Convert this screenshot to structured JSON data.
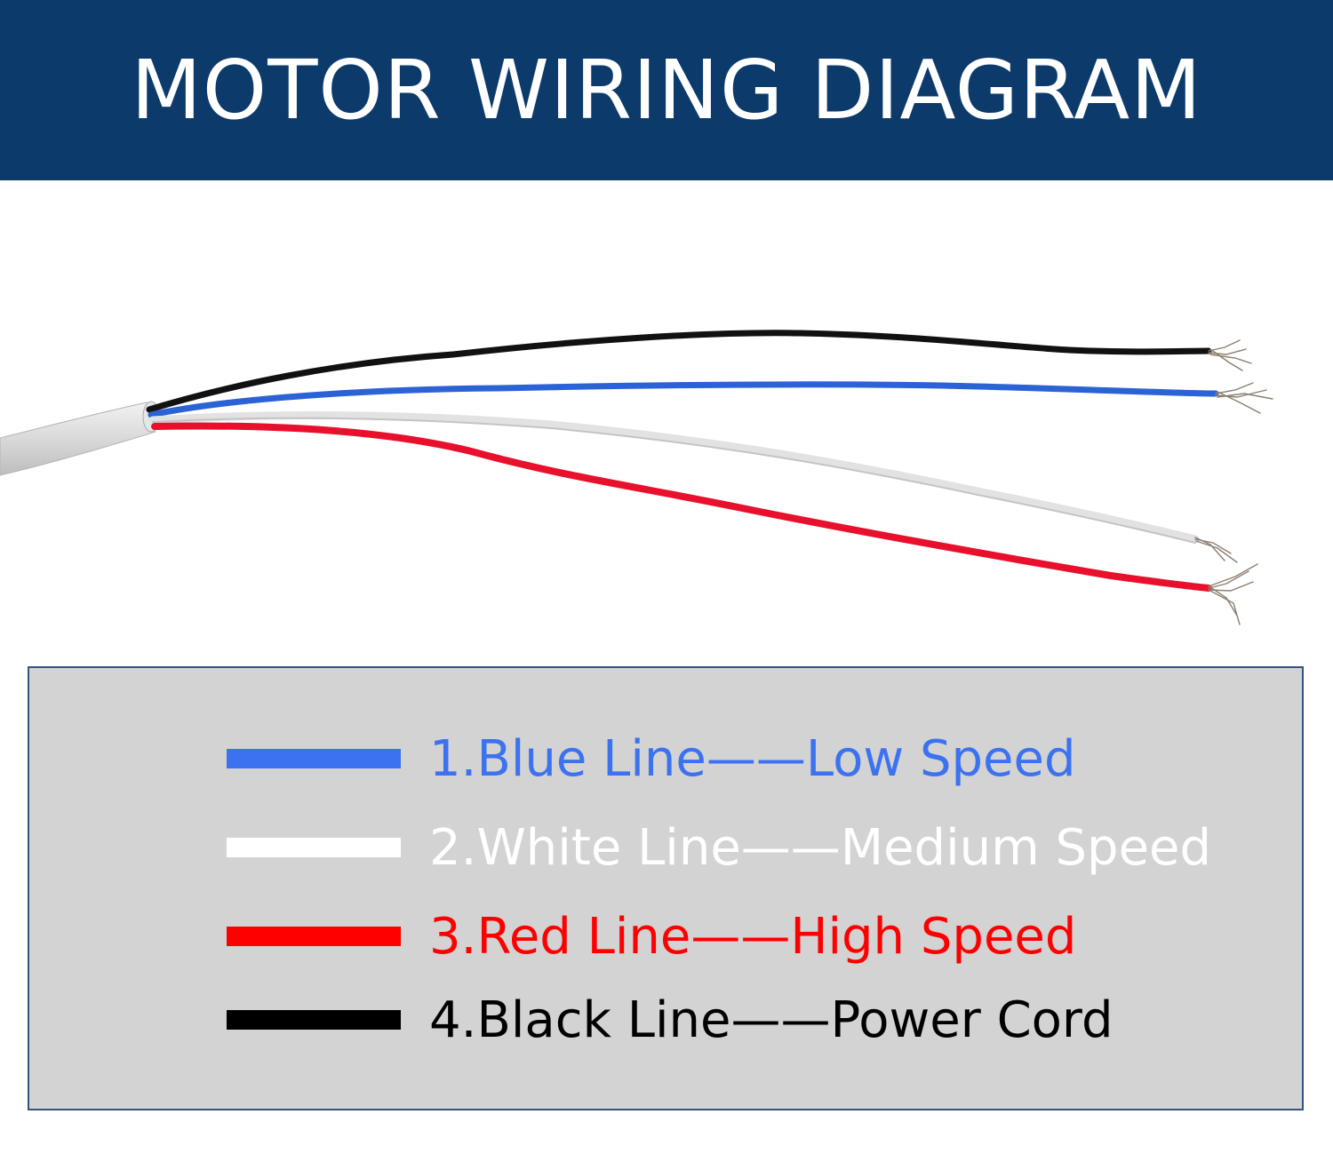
{
  "header": {
    "title": "MOTOR WIRING DIAGRAM"
  },
  "colors": {
    "header_bg": "#0b3a6b",
    "legend_bg": "#d3d3d3",
    "blue": "#3c72f0",
    "white": "#ffffff",
    "red": "#ff0000",
    "black": "#000000"
  },
  "legend": {
    "items": [
      {
        "number": "1.",
        "wire": "Blue Line",
        "separator": "——",
        "function": "Low Speed",
        "color": "#3c72f0"
      },
      {
        "number": "2.",
        "wire": "White Line",
        "separator": "——",
        "function": "Medium Speed",
        "color": "#ffffff"
      },
      {
        "number": "3.",
        "wire": "Red Line",
        "separator": "——",
        "function": "High Speed",
        "color": "#ff0000"
      },
      {
        "number": "4.",
        "wire": "Black Line",
        "separator": "——",
        "function": "Power Cord",
        "color": "#000000"
      }
    ]
  }
}
